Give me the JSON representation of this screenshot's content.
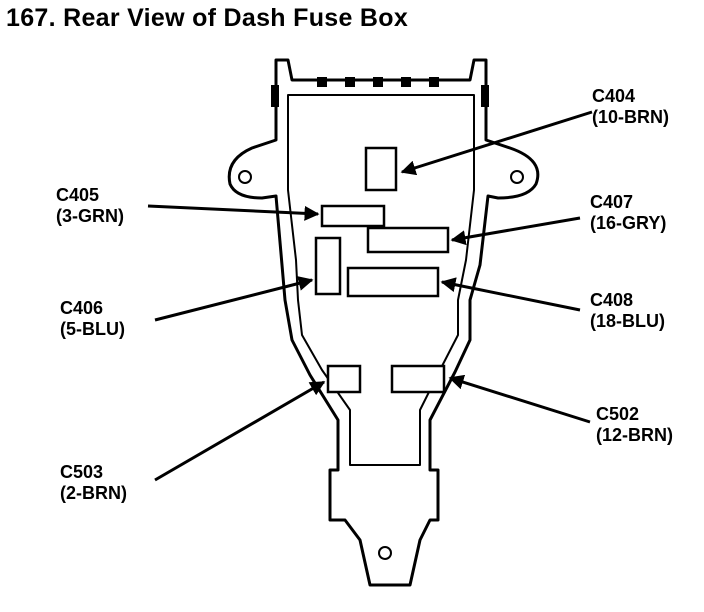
{
  "title": "167. Rear View of Dash Fuse Box",
  "connectors": [
    {
      "id": "C404",
      "wire": "(10-BRN)"
    },
    {
      "id": "C405",
      "wire": "(3-GRN)"
    },
    {
      "id": "C407",
      "wire": "(16-GRY)"
    },
    {
      "id": "C406",
      "wire": "(5-BLU)"
    },
    {
      "id": "C408",
      "wire": "(18-BLU)"
    },
    {
      "id": "C502",
      "wire": "(12-BRN)"
    },
    {
      "id": "C503",
      "wire": "(2-BRN)"
    }
  ]
}
